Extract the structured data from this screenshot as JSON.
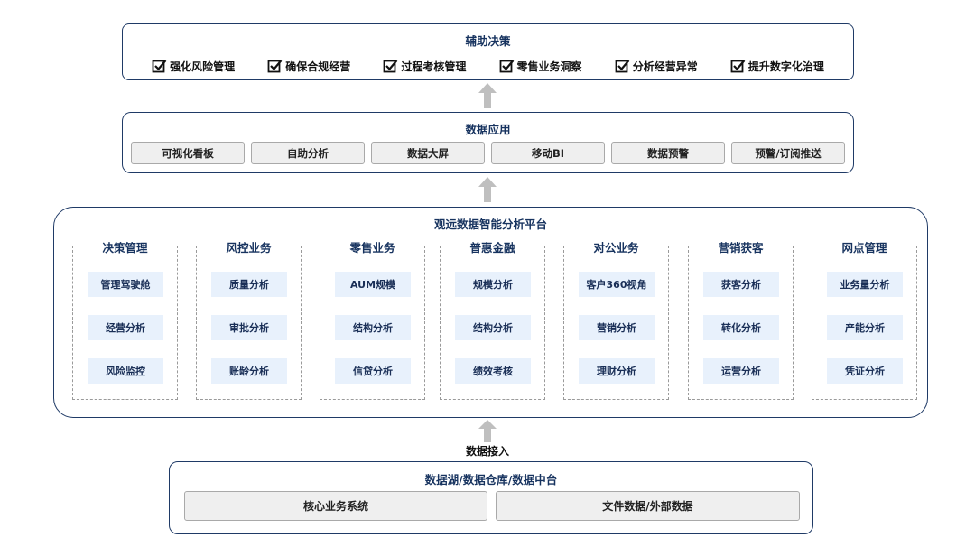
{
  "decision": {
    "title": "辅助决策",
    "items": [
      "强化风险管理",
      "确保合规经营",
      "过程考核管理",
      "零售业务洞察",
      "分析经营异常",
      "提升数字化治理"
    ]
  },
  "application": {
    "title": "数据应用",
    "items": [
      "可视化看板",
      "自助分析",
      "数据大屏",
      "移动BI",
      "数据预警",
      "预警/订阅推送"
    ]
  },
  "platform": {
    "title": "观远数据智能分析平台",
    "modules": [
      {
        "title": "决策管理",
        "items": [
          "管理驾驶舱",
          "经营分析",
          "风险监控"
        ]
      },
      {
        "title": "风控业务",
        "items": [
          "质量分析",
          "审批分析",
          "账龄分析"
        ]
      },
      {
        "title": "零售业务",
        "items": [
          "AUM规模",
          "结构分析",
          "信贷分析"
        ]
      },
      {
        "title": "普惠金融",
        "items": [
          "规模分析",
          "结构分析",
          "绩效考核"
        ]
      },
      {
        "title": "对公业务",
        "items": [
          "客户360视角",
          "营销分析",
          "理财分析"
        ]
      },
      {
        "title": "营销获客",
        "items": [
          "获客分析",
          "转化分析",
          "运营分析"
        ]
      },
      {
        "title": "网点管理",
        "items": [
          "业务量分析",
          "产能分析",
          "凭证分析"
        ]
      }
    ]
  },
  "access_label": "数据接入",
  "source": {
    "title": "数据湖/数据仓库/数据中台",
    "items": [
      "核心业务系统",
      "文件数据/外部数据"
    ]
  },
  "colors": {
    "frame": "#1f3a66",
    "title": "#17335f",
    "item_bg": "#e8f1fc",
    "arrow": "#bfbfbf"
  }
}
